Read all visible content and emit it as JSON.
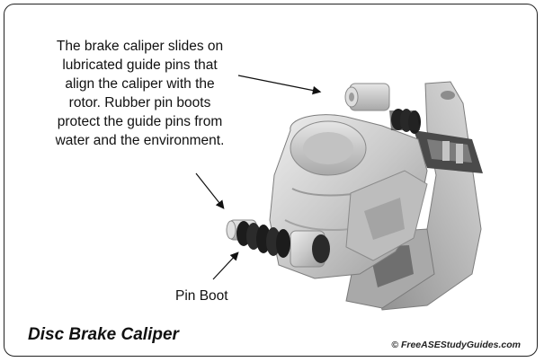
{
  "caption": {
    "lines": [
      "The brake caliper slides on",
      "lubricated guide pins that",
      "align the caliper with the",
      "rotor. Rubber pin boots",
      "protect the guide pins from",
      "water and the environment."
    ]
  },
  "labels": {
    "pin_boot": "Pin Boot"
  },
  "title": "Disc Brake Caliper",
  "credit": "© FreeASEStudyGuides.com",
  "colors": {
    "frame_border": "#222222",
    "text": "#111111",
    "metal_light": "#d9d9d9",
    "metal_mid": "#b5b5b5",
    "metal_dark": "#8a8a8a",
    "rubber_boot": "#1c1c1c"
  }
}
